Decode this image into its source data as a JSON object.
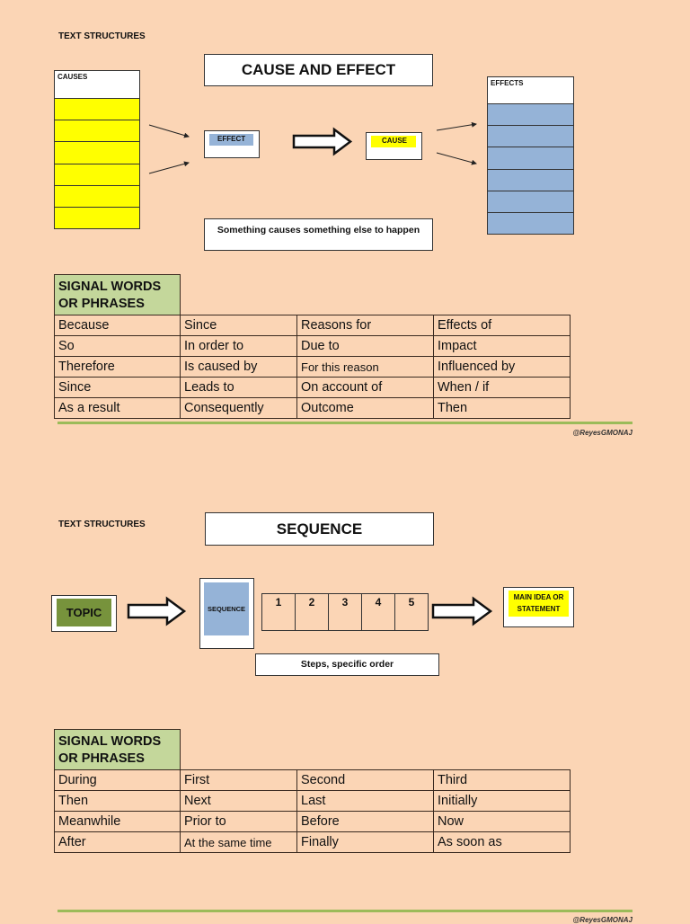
{
  "cause_effect": {
    "label": "TEXT STRUCTURES",
    "title": "CAUSE AND EFFECT",
    "causes_label": "CAUSES",
    "effects_label": "EFFECTS",
    "effect_box": "EFFECT",
    "cause_box": "CAUSE",
    "description": "Something causes something else to happen",
    "signal_header": [
      "SIGNAL WORDS",
      "OR PHRASES"
    ],
    "rows": [
      [
        "Because",
        "Since",
        "Reasons for",
        "Effects of"
      ],
      [
        "So",
        "In order to",
        "Due to",
        "Impact"
      ],
      [
        "Therefore",
        "Is caused by",
        "For this reason",
        "Influenced by"
      ],
      [
        "Since",
        "Leads to",
        "On account of",
        "When / if"
      ],
      [
        "As a result",
        "Consequently",
        "Outcome",
        "Then"
      ]
    ],
    "credit": "@ReyesGMONAJ"
  },
  "sequence": {
    "label": "TEXT STRUCTURES",
    "title": "SEQUENCE",
    "topic": "TOPIC",
    "sequence_box": "SEQUENCE",
    "steps": [
      "1",
      "2",
      "3",
      "4",
      "5"
    ],
    "main_idea": "MAIN IDEA OR STATEMENT",
    "description": "Steps, specific order",
    "signal_header": [
      "SIGNAL WORDS",
      "OR PHRASES"
    ],
    "rows": [
      [
        "During",
        "First",
        "Second",
        "Third"
      ],
      [
        "Then",
        "Next",
        "Last",
        "Initially"
      ],
      [
        "Meanwhile",
        "Prior to",
        "Before",
        "Now"
      ],
      [
        "After",
        "At the same time",
        "Finally",
        "As soon as"
      ]
    ],
    "credit": "@ReyesGMONAJ"
  },
  "colors": {
    "background": "#fbd5b5",
    "yellow": "#ffff00",
    "blue": "#95b3d7",
    "header_green": "#c4d79b",
    "topic_green": "#77933c",
    "rule_green": "#9bbb59"
  }
}
